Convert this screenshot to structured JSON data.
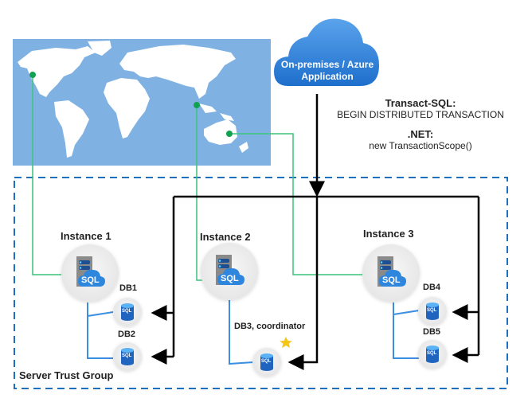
{
  "cloud": {
    "line1": "On-premises / Azure",
    "line2": "Application"
  },
  "code": {
    "tsql_label": "Transact-SQL:",
    "tsql_value": "BEGIN DISTRIBUTED TRANSACTION",
    "net_label": ".NET:",
    "net_value": "new TransactionScope()"
  },
  "group_label": "Server Trust Group",
  "instances": [
    {
      "label": "Instance 1",
      "badge": "SQL"
    },
    {
      "label": "Instance 2",
      "badge": "SQL"
    },
    {
      "label": "Instance 3",
      "badge": "SQL"
    }
  ],
  "databases": [
    {
      "label": "DB1",
      "badge": "SQL"
    },
    {
      "label": "DB2",
      "badge": "SQL"
    },
    {
      "label": "DB3, coordinator",
      "badge": "SQL"
    },
    {
      "label": "DB4",
      "badge": "SQL"
    },
    {
      "label": "DB5",
      "badge": "SQL"
    }
  ],
  "colors": {
    "map_water": "#7fb2e3",
    "geo_link": "#3cc47c",
    "dashed_border": "#1f6fbf",
    "db_link": "#3b8ee0",
    "cloud": "#2b7fd9",
    "star": "#f5c518"
  }
}
